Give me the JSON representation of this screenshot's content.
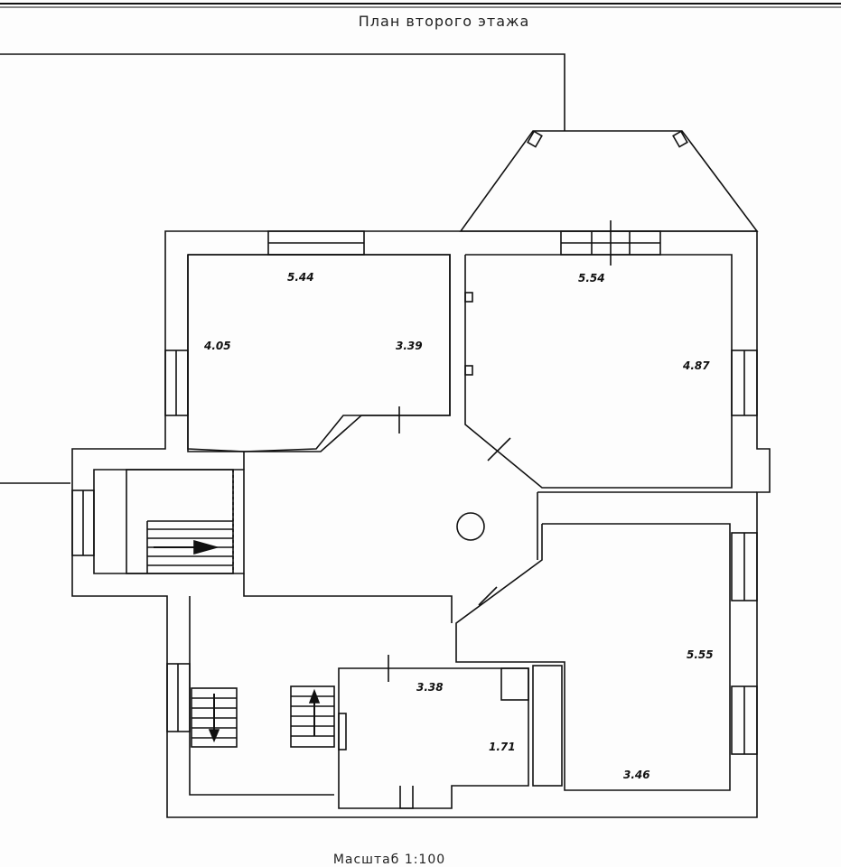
{
  "plan": {
    "title": "План второго этажа",
    "scale_label": "Масштаб 1:100",
    "dimensions": {
      "d_544": "5.44",
      "d_554": "5.54",
      "d_405": "4.05",
      "d_339": "3.39",
      "d_487": "4.87",
      "d_555": "5.55",
      "d_338": "3.38",
      "d_171": "1.71",
      "d_346": "3.46"
    }
  }
}
